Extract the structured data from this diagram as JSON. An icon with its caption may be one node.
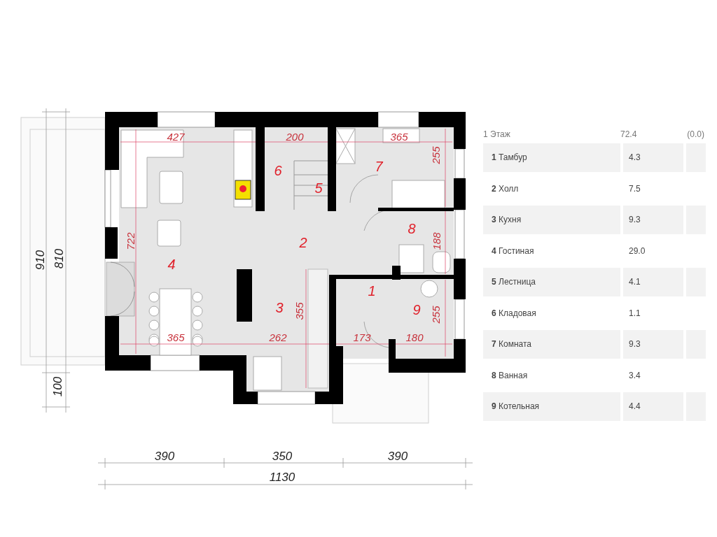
{
  "diagram": {
    "labels": [
      "427",
      "200",
      "365",
      "255",
      "6",
      "5",
      "7",
      "722",
      "910",
      "810",
      "8",
      "188",
      "2",
      "4",
      "3",
      "355",
      "1",
      "9",
      "255",
      "365",
      "262",
      "173",
      "180",
      "100",
      "390",
      "350",
      "390",
      "1130",
      "1 Этаж",
      "72.4",
      "(0.0)",
      "**1** Тамбур",
      "4.3",
      "**2** Холл",
      "7.5",
      "**3** Кухня",
      "9.3",
      "**4** Гостиная",
      "29.0",
      "**5** Лестница",
      "4.1",
      "**6** Кладовая",
      "1.1",
      "**7** Комната",
      "9.3",
      "**8** Ванная",
      "3.4",
      "**9** Котельная",
      "4.4"
    ]
  }
}
